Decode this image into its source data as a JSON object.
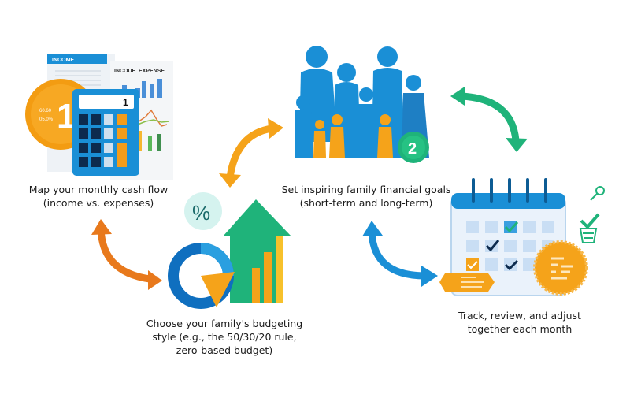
{
  "steps": [
    {
      "number": "1",
      "caption_line1": "Map your monthly cash flow",
      "caption_line2": "(income vs. expenses)",
      "doc_header": "INCOME",
      "chart_header_income": "INCOUE",
      "chart_header_expense": "EXPENSE",
      "calculator_display": "1"
    },
    {
      "number": "2",
      "caption_line1": "Set inspiring family financial goals",
      "caption_line2": "(short-term and long-term)"
    },
    {
      "symbol": "%",
      "caption_line1": "Choose your family's budgeting",
      "caption_line2": "style (e.g., the 50/30/20 rule,",
      "caption_line3": "zero-based budget)"
    },
    {
      "caption_line1": "Track, review, and adjust",
      "caption_line2": "together each month"
    }
  ],
  "colors": {
    "blue": "#1a8fd6",
    "orange": "#f5a31a",
    "green": "#1fb37a",
    "navy": "#0d2b4e",
    "teal": "#1bb6a0"
  }
}
